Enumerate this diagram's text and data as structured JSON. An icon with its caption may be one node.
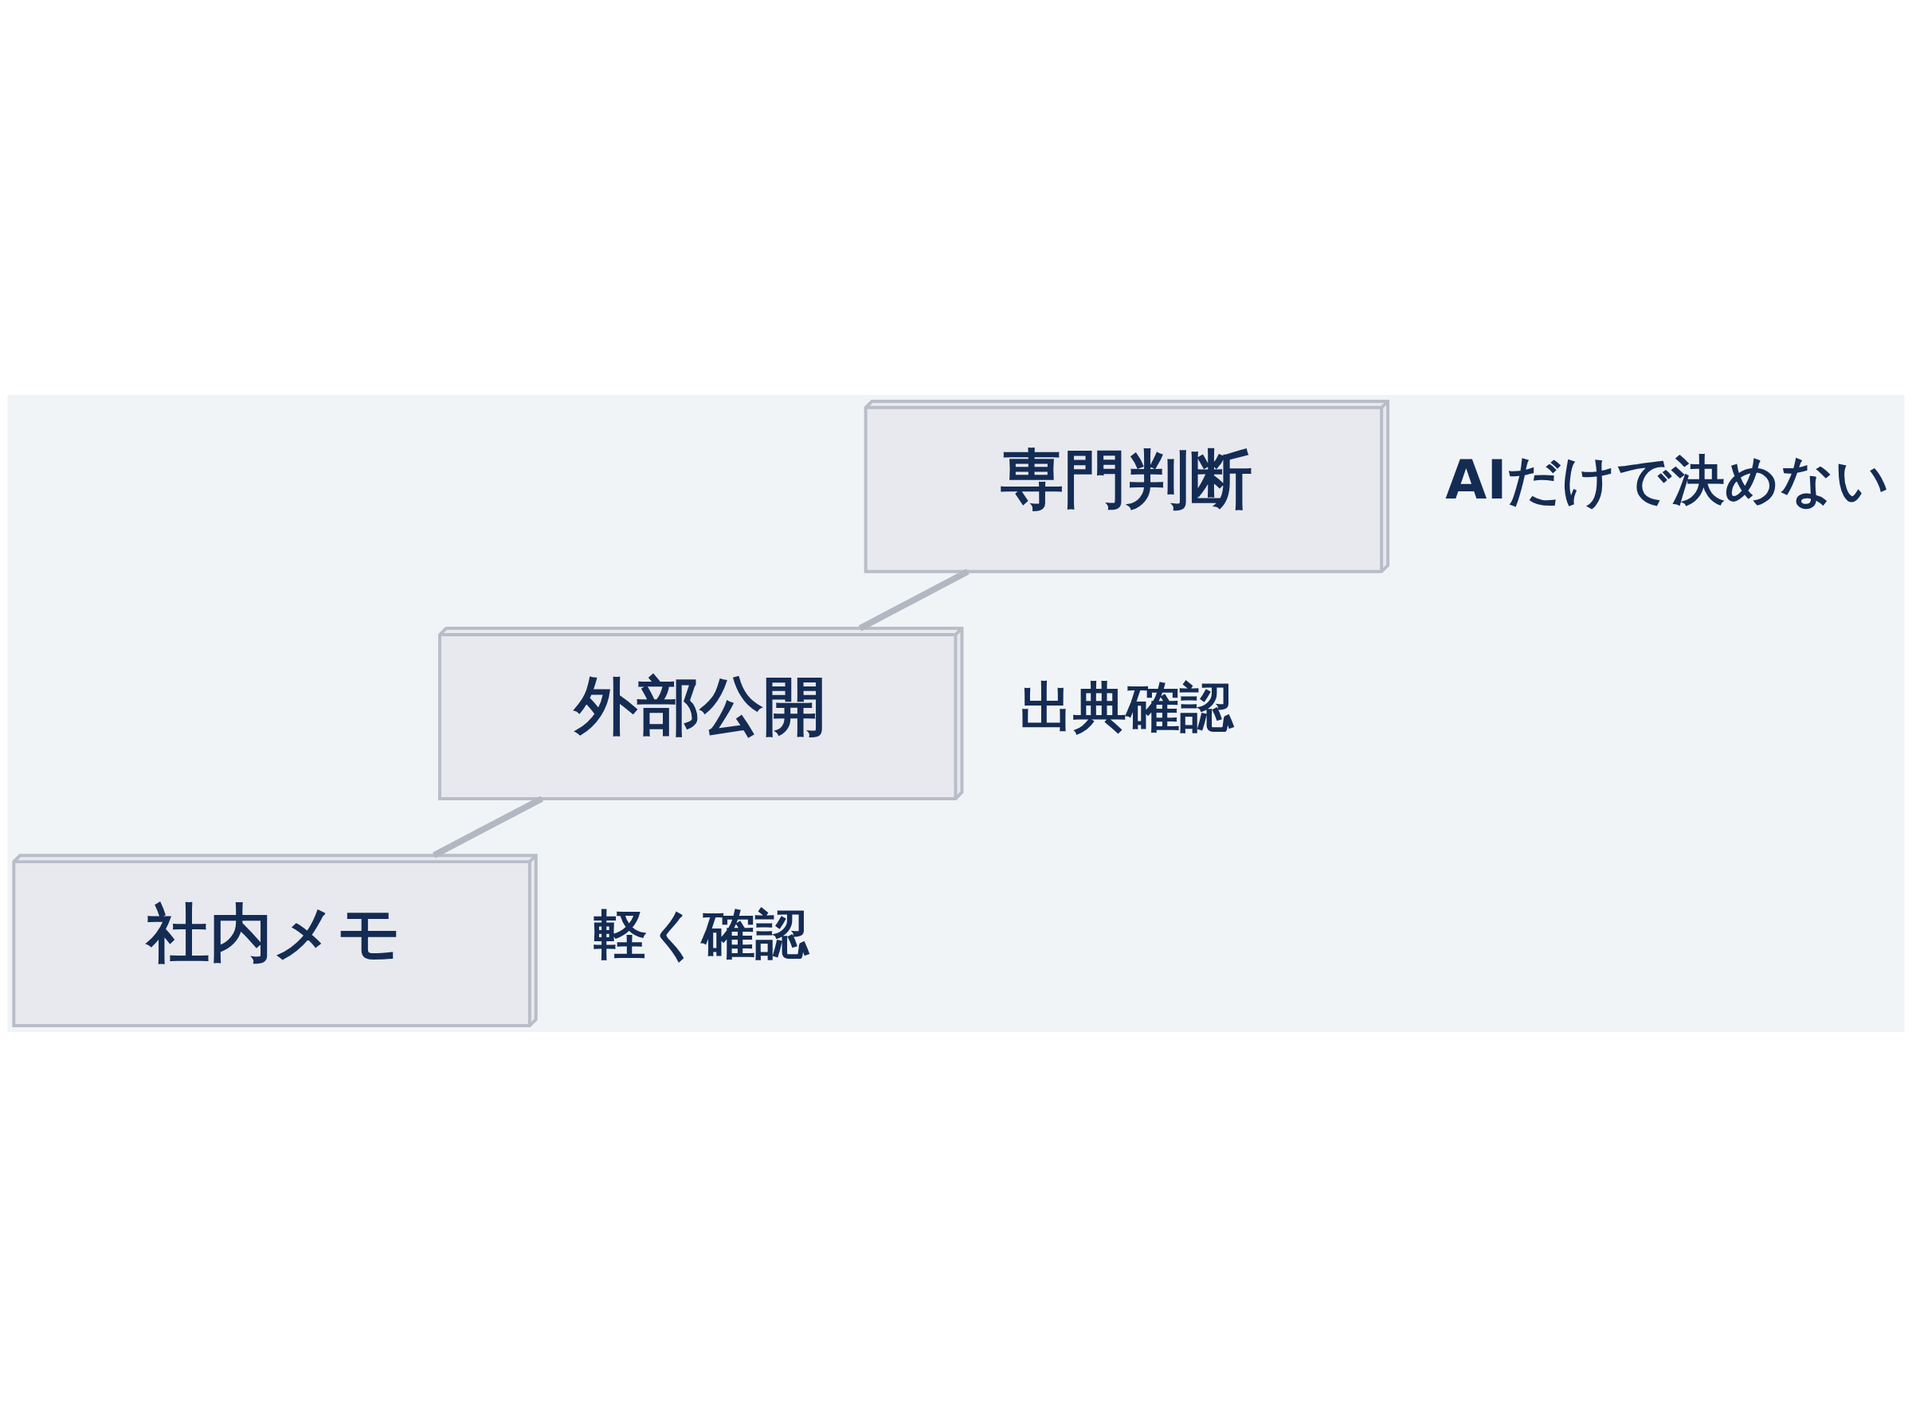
{
  "diagram": {
    "nodes": [
      {
        "text": [
          "社内メモ"
        ],
        "beside": [
          "軽く確認"
        ]
      },
      {
        "text": [
          "外部公開"
        ],
        "beside": [
          "出典確認"
        ]
      },
      {
        "text": [
          "専門判断"
        ],
        "beside": [
          "AIだけで決めない"
        ]
      }
    ],
    "edges": [
      {
        "from": 0,
        "to": 1,
        "arrow": "none"
      },
      {
        "from": 1,
        "to": 2,
        "arrow": "none"
      }
    ]
  }
}
